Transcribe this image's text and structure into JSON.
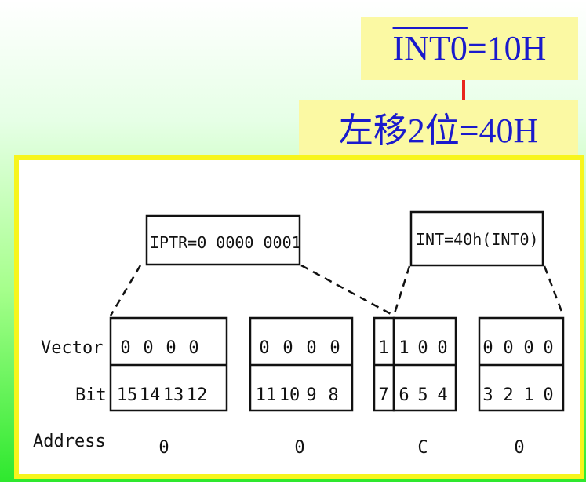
{
  "callouts": {
    "int0_name": "INT0",
    "int0_value": "=10H",
    "shift": "左移2位=40H"
  },
  "diagram": {
    "iptr_label": "IPTR=0 0000 0001",
    "int_label": "INT=40h(INT0)",
    "row_labels": {
      "vector": "Vector",
      "bit": "Bit",
      "address": "Address"
    },
    "groups": [
      {
        "vector": [
          "0",
          "0",
          "0",
          "0"
        ],
        "bits": [
          "15",
          "14",
          "13",
          "12"
        ],
        "address": "0"
      },
      {
        "vector": [
          "0",
          "0",
          "0",
          "0"
        ],
        "bits": [
          "11",
          "10",
          "9",
          "8"
        ],
        "address": "0"
      },
      {
        "vector": [
          "1",
          "1",
          "0",
          "0"
        ],
        "bits": [
          "7",
          "6",
          "5",
          "4"
        ],
        "address": "C"
      },
      {
        "vector": [
          "0",
          "0",
          "0",
          "0"
        ],
        "bits": [
          "3",
          "2",
          "1",
          "0"
        ],
        "address": "0"
      }
    ]
  },
  "colors": {
    "callout_bg": "#fbf9a3",
    "callout_text": "#1a1acc",
    "arrow": "#e8261e",
    "panel_border": "#f7f51c"
  }
}
